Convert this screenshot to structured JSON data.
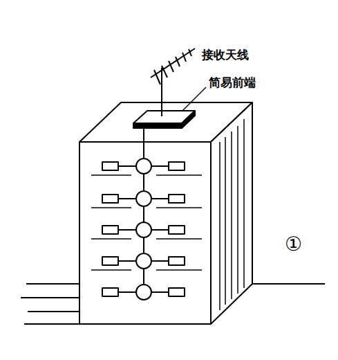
{
  "diagram": {
    "labels": [
      "接收天线",
      "简易前端",
      "①"
    ]
  }
}
